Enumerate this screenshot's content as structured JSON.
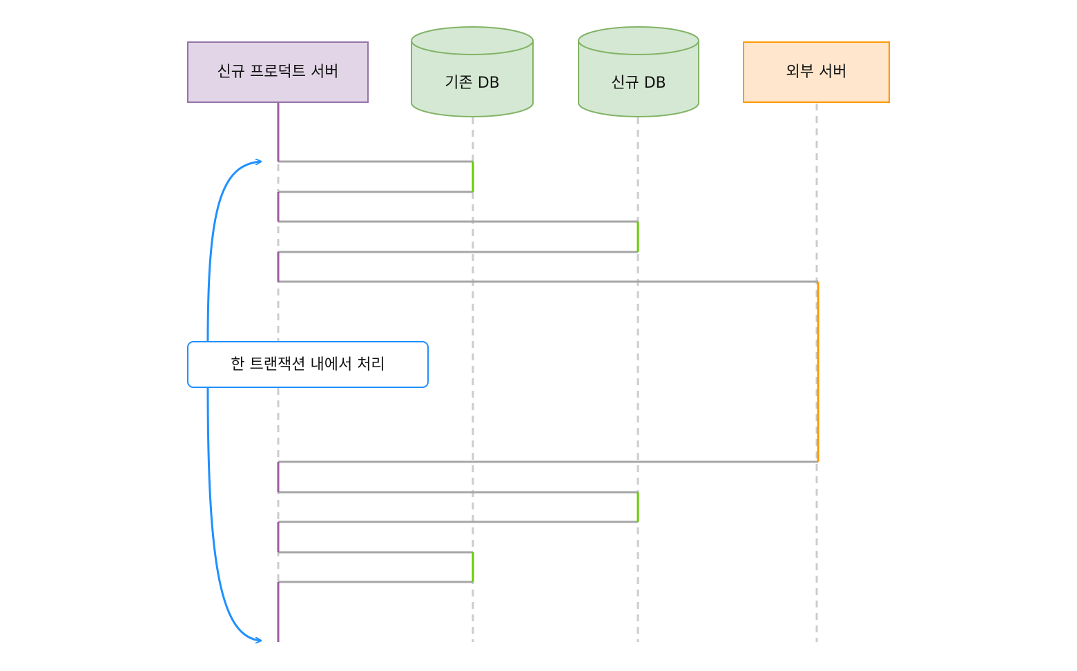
{
  "participants": [
    {
      "label": "신규 프로덕트 서버",
      "shape": "box",
      "fill": "#e1d5e7",
      "stroke": "#9673a6"
    },
    {
      "label": "기존 DB",
      "shape": "cylinder",
      "fill": "#d5e8d4",
      "stroke": "#82b366"
    },
    {
      "label": "신규 DB",
      "shape": "cylinder",
      "fill": "#d5e8d4",
      "stroke": "#82b366"
    },
    {
      "label": "외부 서버",
      "shape": "box",
      "fill": "#ffe6cc",
      "stroke": "#d79b00"
    }
  ],
  "transaction_note": {
    "label": "한 트랜잭션 내에서 처리",
    "stroke": "#1e90ff"
  },
  "colors": {
    "lifeline": "#cccccc",
    "message": "#a6a6a6",
    "server_activation": "#9c5ba0",
    "db_activation": "#66cc00",
    "external_activation": "#ff9900"
  },
  "messages": [
    {
      "from": "신규 프로덕트 서버",
      "to": "기존 DB"
    },
    {
      "from": "기존 DB",
      "to": "신규 프로덕트 서버"
    },
    {
      "from": "신규 프로덕트 서버",
      "to": "신규 DB"
    },
    {
      "from": "신규 DB",
      "to": "신규 프로덕트 서버"
    },
    {
      "from": "신규 프로덕트 서버",
      "to": "외부 서버"
    },
    {
      "from": "외부 서버",
      "to": "신규 프로덕트 서버"
    },
    {
      "from": "신규 프로덕트 서버",
      "to": "신규 DB"
    },
    {
      "from": "신규 DB",
      "to": "신규 프로덕트 서버"
    },
    {
      "from": "신규 프로덕트 서버",
      "to": "기존 DB"
    },
    {
      "from": "기존 DB",
      "to": "신규 프로덕트 서버"
    }
  ]
}
